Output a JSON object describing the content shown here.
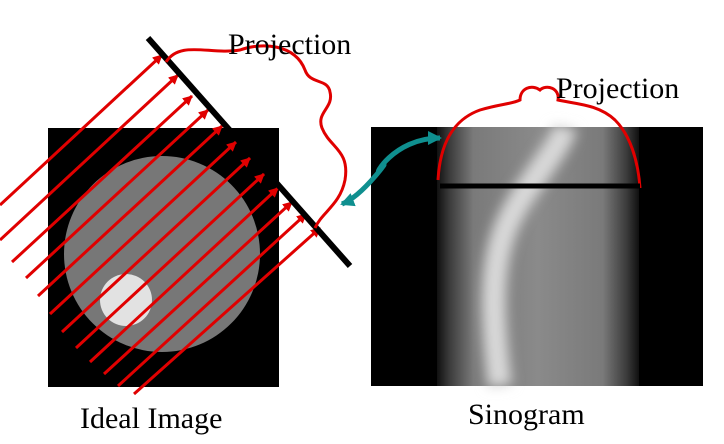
{
  "labels": {
    "projection_left": "Projection",
    "projection_right": "Projection",
    "ideal_image": "Ideal Image",
    "sinogram": "Sinogram"
  },
  "colors": {
    "rays": "#e00000",
    "projection_curve": "#e00000",
    "detector_line": "#000000",
    "connector_arrow": "#0f8f8f",
    "phantom_background": "#000000",
    "phantom_disk": "#777777",
    "phantom_lesion": "#e2e2e2"
  },
  "icons": {
    "ray_arrows": "arrow-icon",
    "connector": "double-arrow-icon"
  }
}
